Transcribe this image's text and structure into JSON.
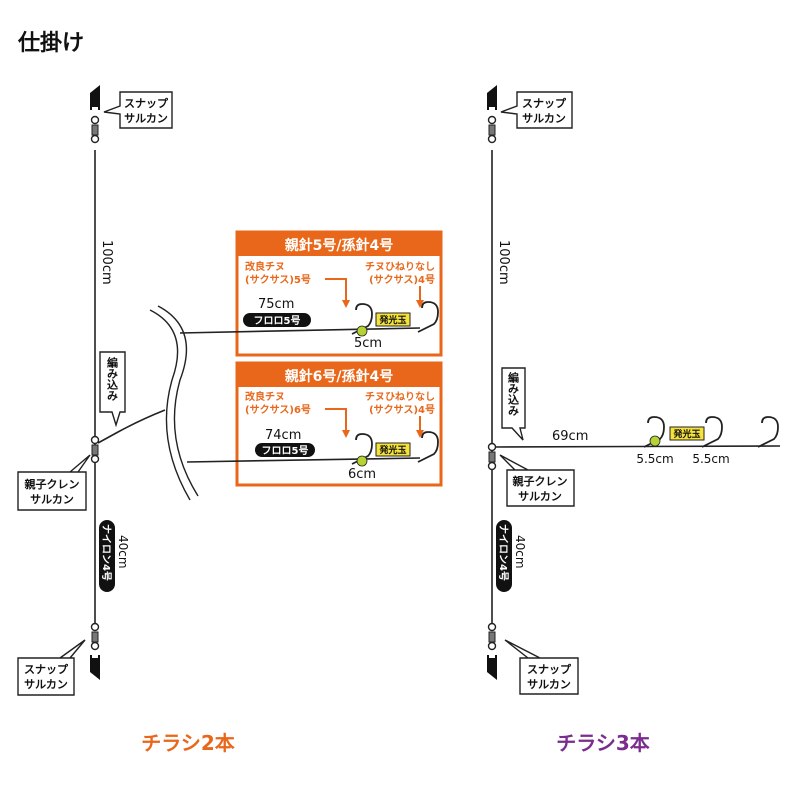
{
  "title": "仕掛け",
  "colors": {
    "orange": "#e8671a",
    "purple": "#7b2d8e",
    "bead": "#b5d334",
    "bead_label": "#f5e23a"
  },
  "left": {
    "caption": "チラシ2本",
    "snap_top": [
      "スナップ",
      "サルカン"
    ],
    "main_length": "100cm",
    "amikomi": "編み込み",
    "swivel": [
      "親子クレン",
      "サルカン"
    ],
    "bottom_length": "40cm",
    "bottom_line": "ナイロン4号",
    "snap_bottom": [
      "スナップ",
      "サルカン"
    ],
    "panels": [
      {
        "header": "親針5号/孫針4号",
        "hook1": [
          "改良チヌ",
          "(サクサス)5号"
        ],
        "hook2": [
          "チヌひねりなし",
          "(サクサス)4号"
        ],
        "length": "75cm",
        "line": "フロロ5号",
        "gap": "5cm",
        "bead": "発光玉"
      },
      {
        "header": "親針6号/孫針4号",
        "hook1": [
          "改良チヌ",
          "(サクサス)6号"
        ],
        "hook2": [
          "チヌひねりなし",
          "(サクサス)4号"
        ],
        "length": "74cm",
        "line": "フロロ5号",
        "gap": "6cm",
        "bead": "発光玉"
      }
    ]
  },
  "right": {
    "caption": "チラシ3本",
    "snap_top": [
      "スナップ",
      "サルカン"
    ],
    "main_length": "100cm",
    "amikomi": "編み込み",
    "swivel": [
      "親子クレン",
      "サルカン"
    ],
    "branch_length": "69cm",
    "gaps": [
      "5.5cm",
      "5.5cm"
    ],
    "bead": "発光玉",
    "bottom_length": "40cm",
    "bottom_line": "ナイロン4号",
    "snap_bottom": [
      "スナップ",
      "サルカン"
    ]
  }
}
